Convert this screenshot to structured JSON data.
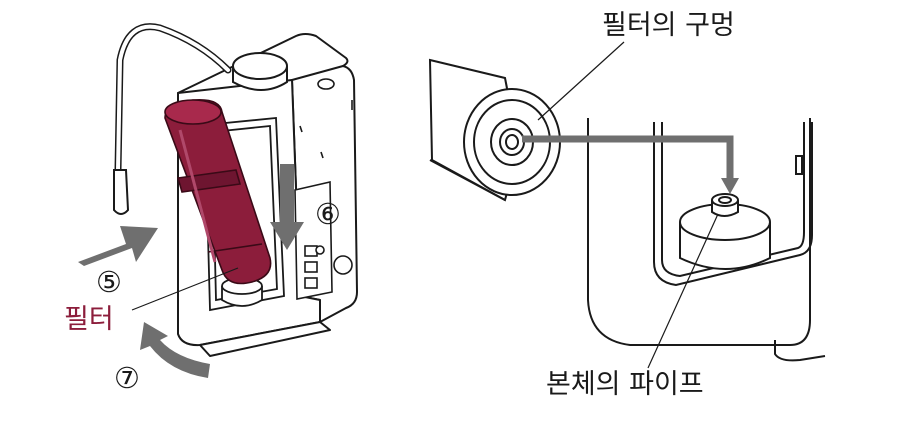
{
  "labels": {
    "filter_hole": "필터의 구멍",
    "body_pipe": "본체의 파이프",
    "filter": "필터"
  },
  "steps": {
    "five": "⑤",
    "six": "⑥",
    "seven": "⑦"
  },
  "colors": {
    "filter": "#8c1d3b",
    "filter_label": "#8c1d3b",
    "arrow": "#6f6f6f",
    "outline": "#1a1a1a"
  }
}
